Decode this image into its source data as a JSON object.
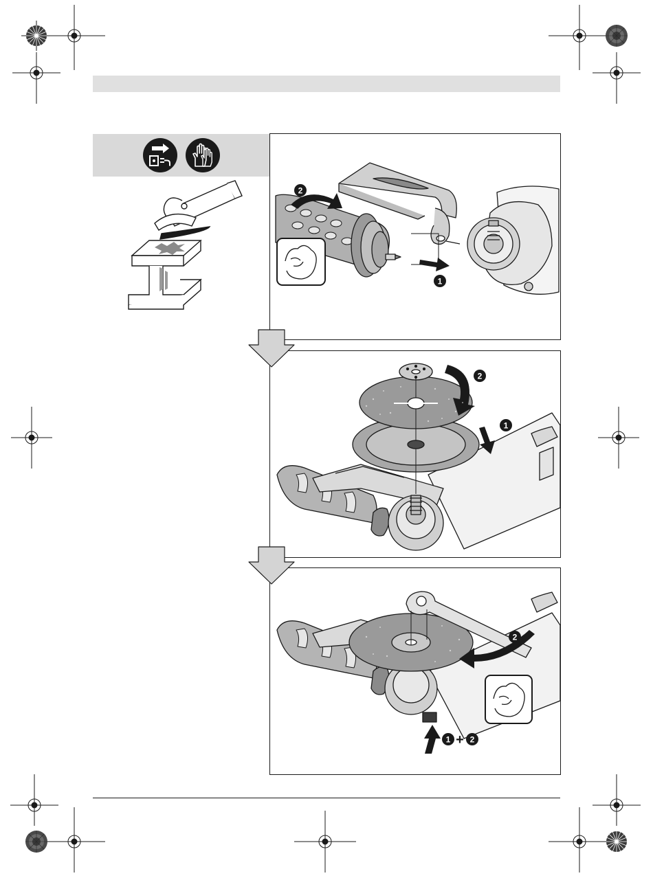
{
  "header": {
    "text": ""
  },
  "icons": [
    {
      "name": "unplug-power-icon"
    },
    {
      "name": "wear-gloves-icon"
    }
  ],
  "steps": [
    {
      "panel": 1,
      "badges": [
        "1",
        "2"
      ],
      "combo": ""
    },
    {
      "panel": 2,
      "badges": [
        "1",
        "2"
      ],
      "combo": ""
    },
    {
      "panel": 3,
      "badges": [
        "2"
      ],
      "combo": {
        "a": "1",
        "plus": "+",
        "b": "2"
      }
    }
  ],
  "colors": {
    "header_bar": "#e0e0e0",
    "icon_panel": "#d9d9d9",
    "ink": "#1a1a1a",
    "disc": "#a8a8a8"
  }
}
